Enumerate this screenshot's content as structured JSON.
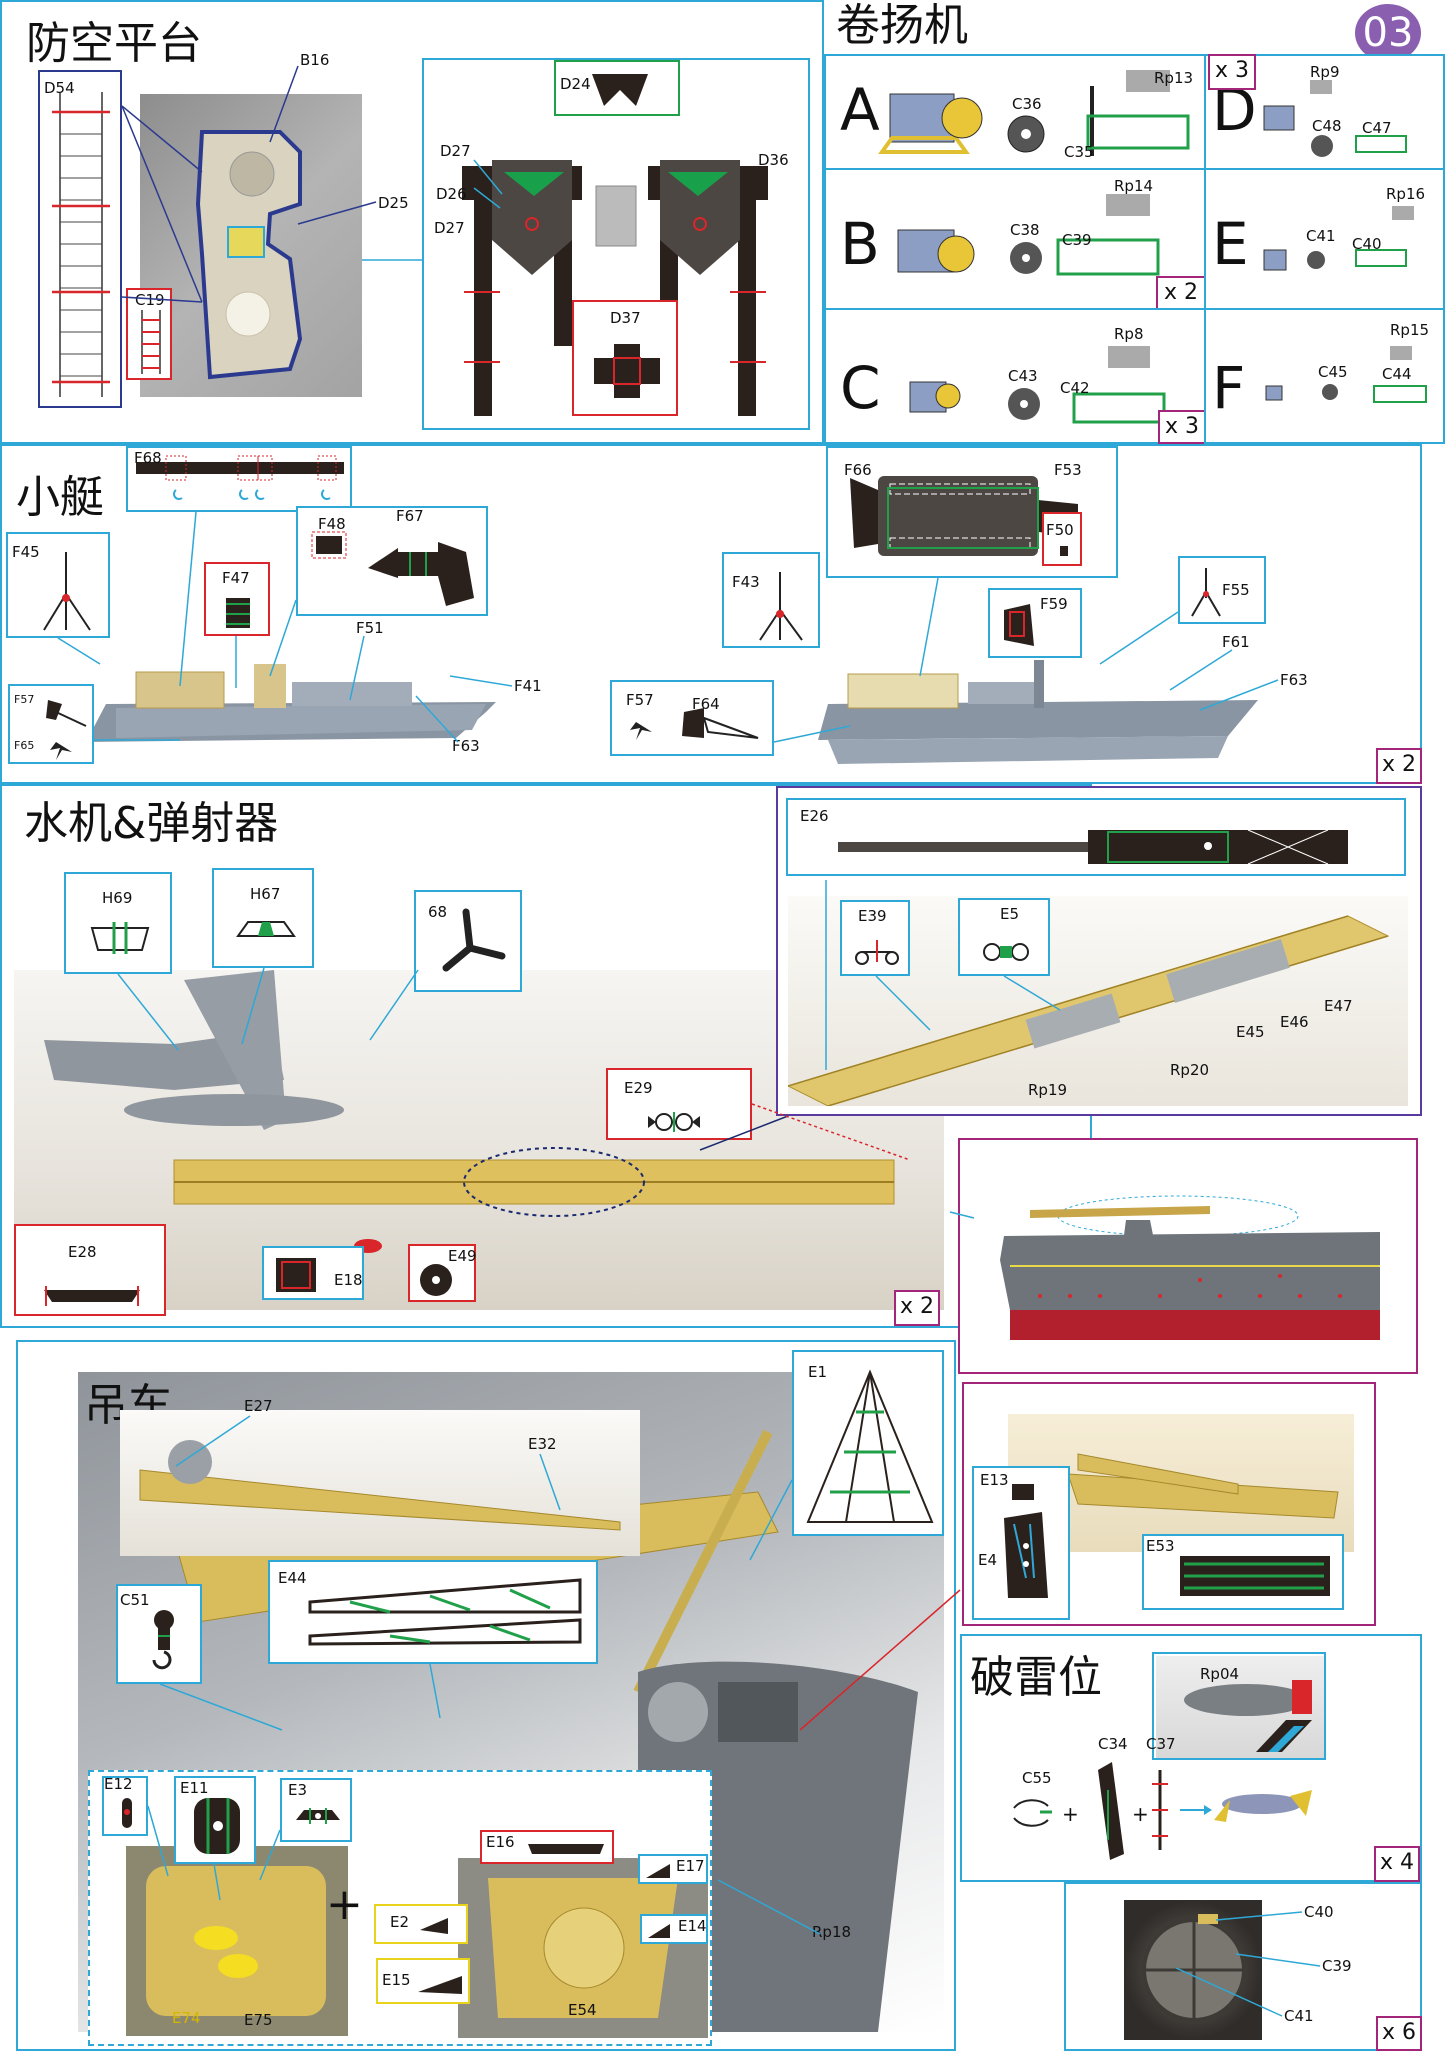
{
  "page_number": "03",
  "sections": {
    "aa_platform": {
      "title": "防空平台",
      "labels": {
        "d54": "D54",
        "b16": "B16",
        "d25": "D25",
        "c19": "C19",
        "d24": "D24",
        "d27a": "D27",
        "d26": "D26",
        "d27b": "D27",
        "d36": "D36",
        "d37": "D37"
      }
    },
    "winch": {
      "title": "卷扬机",
      "rows": [
        {
          "letter": "A",
          "parts": [
            "C36",
            "C35",
            "Rp13"
          ],
          "mult": "x 3"
        },
        {
          "letter": "B",
          "parts": [
            "C38",
            "C39",
            "Rp14"
          ],
          "mult": "x 2"
        },
        {
          "letter": "C",
          "parts": [
            "C43",
            "C42",
            "Rp8"
          ],
          "mult": "x 3"
        },
        {
          "letter": "D",
          "parts": [
            "C48",
            "C47",
            "Rp9"
          ],
          "mult": ""
        },
        {
          "letter": "E",
          "parts": [
            "C41",
            "C40",
            "Rp16"
          ],
          "mult": ""
        },
        {
          "letter": "F",
          "parts": [
            "C45",
            "C44",
            "Rp15"
          ],
          "mult": ""
        }
      ]
    },
    "boat": {
      "title": "小艇",
      "labels": {
        "f68": "F68",
        "f45": "F45",
        "f47": "F47",
        "f48": "F48",
        "f67": "F67",
        "f51": "F51",
        "f41": "F41",
        "f57": "F57",
        "f65": "F65",
        "f63": "F63",
        "f66": "F66",
        "f53": "F53",
        "f50": "F50",
        "f43": "F43",
        "f59": "F59",
        "f55": "F55",
        "f61": "F61",
        "f63b": "F63",
        "f57b": "F57",
        "f64": "F64"
      },
      "mult": "x 2"
    },
    "seaplane": {
      "title": "水机&弹射器",
      "labels": {
        "h69": "H69",
        "h67": "H67",
        "p68": "68",
        "e29": "E29",
        "e28": "E28",
        "e18": "E18",
        "e49": "E49",
        "e26": "E26",
        "e39": "E39",
        "e5": "E5",
        "e45": "E45",
        "e46": "E46",
        "e47": "E47",
        "rp19": "Rp19",
        "rp20": "Rp20"
      },
      "mult": "x 2"
    },
    "crane": {
      "title": "吊车",
      "labels": {
        "e27": "E27",
        "e32": "E32",
        "e44": "E44",
        "c51": "C51",
        "e1": "E1",
        "e12": "E12",
        "e11": "E11",
        "e3": "E3",
        "e74": "E74",
        "e75": "E75",
        "e16": "E16",
        "e17": "E17",
        "e2": "E2",
        "e14": "E14",
        "e15": "E15",
        "e54": "E54",
        "rp18": "Rp18",
        "e13": "E13",
        "e4": "E4",
        "e53": "E53"
      }
    },
    "paravane": {
      "title": "破雷位",
      "labels": {
        "rp04": "Rp04",
        "c55": "C55",
        "c34": "C34",
        "c37": "C37"
      },
      "plus1": "+",
      "plus2": "+",
      "mult": "x 4"
    },
    "detail": {
      "labels": {
        "c40": "C40",
        "c39": "C39",
        "c41": "C41"
      },
      "mult": "x 6"
    }
  },
  "colors": {
    "cyan": "#2ea8d6",
    "red": "#d8262a",
    "purple": "#a4267a",
    "green": "#21a04a",
    "badge": "#8a5fb0",
    "hull": "#8a95a3",
    "brass": "#d8b54a"
  }
}
